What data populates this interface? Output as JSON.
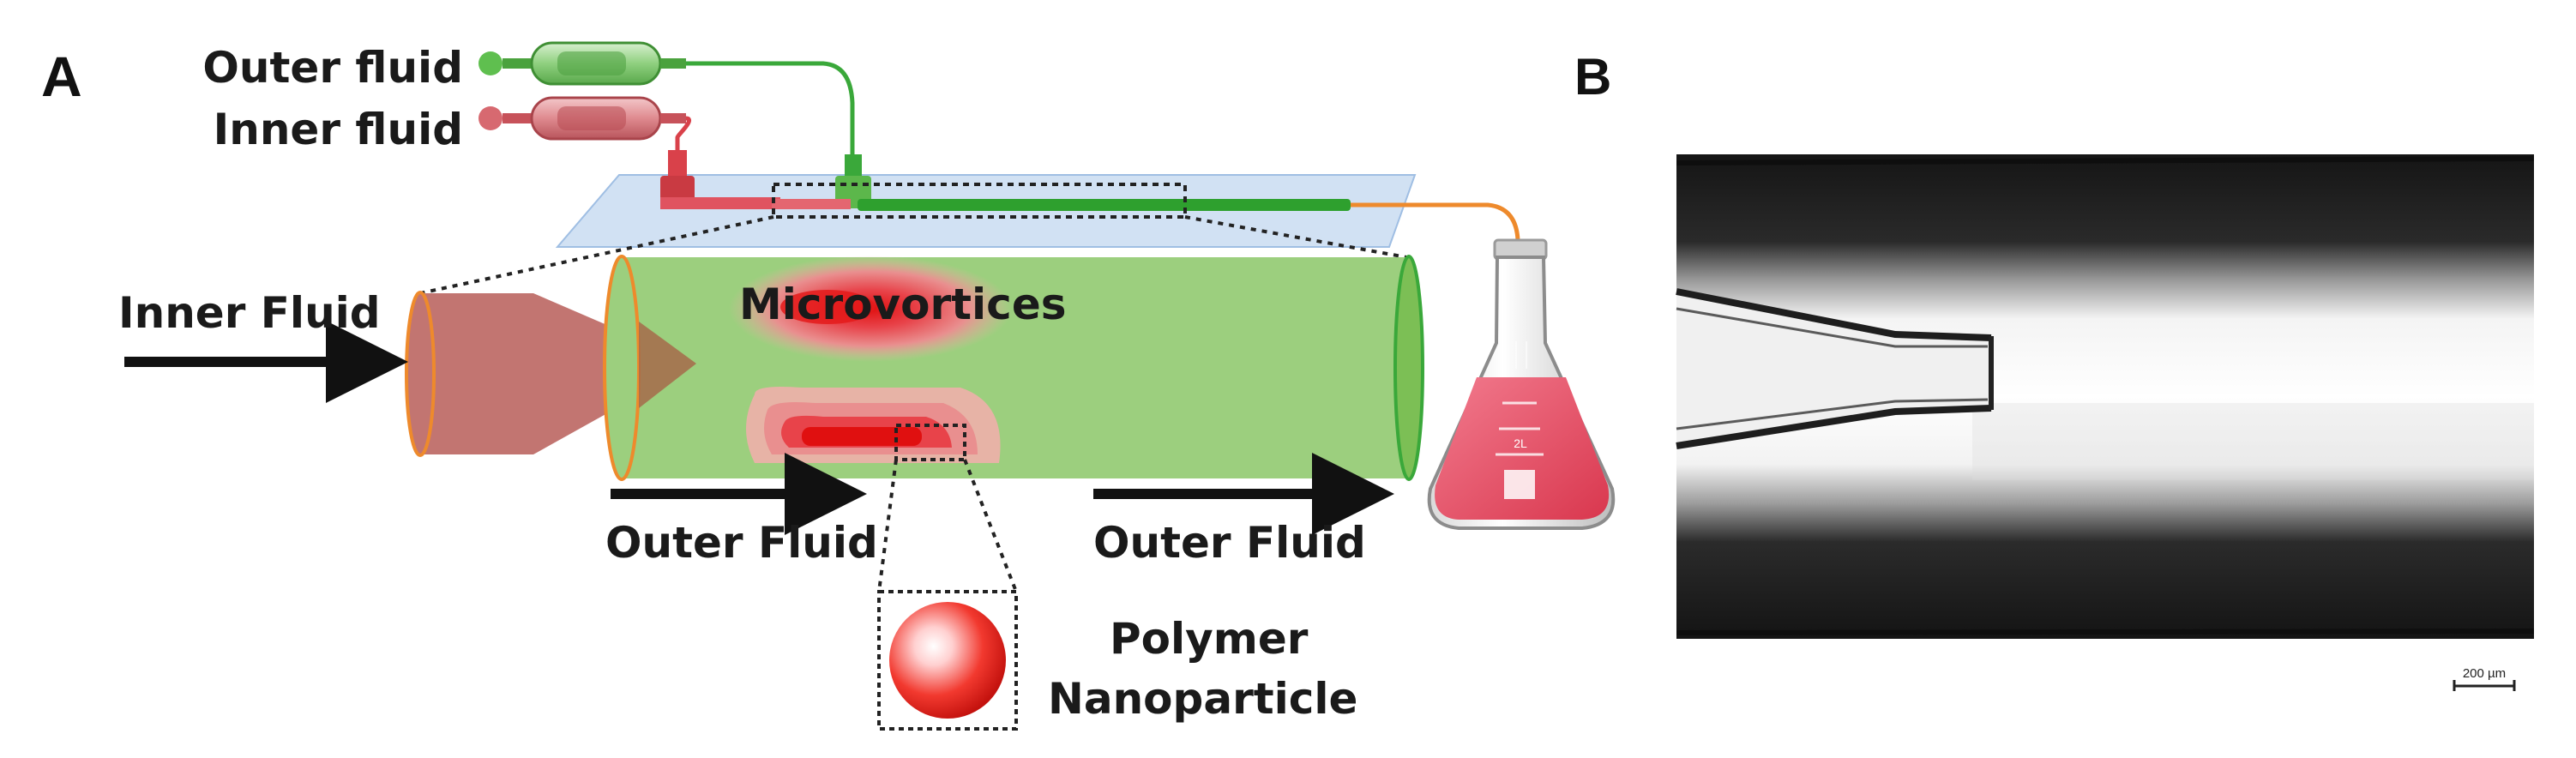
{
  "panel_a": {
    "letter": "A",
    "syringe_outer_label": "Outer fluid",
    "syringe_inner_label": "Inner fluid",
    "inner_fluid_label": "Inner Fluid",
    "microvortices_label": "Microvortices",
    "outer_fluid_left_label": "Outer Fluid",
    "outer_fluid_right_label": "Outer Fluid",
    "polymer_line1": "Polymer",
    "polymer_line2": "Nanoparticle",
    "flask_marking": "2L"
  },
  "panel_b": {
    "letter": "B",
    "scale_bar_label": "200 µm"
  },
  "colors": {
    "outer_green": "#3aa83a",
    "channel_green": "#9ccf7e",
    "inner_red": "#d9414a",
    "inner_cone": "#c27571",
    "vortex_red": "#e02a2a",
    "tube_orange": "#ee8a2c"
  }
}
